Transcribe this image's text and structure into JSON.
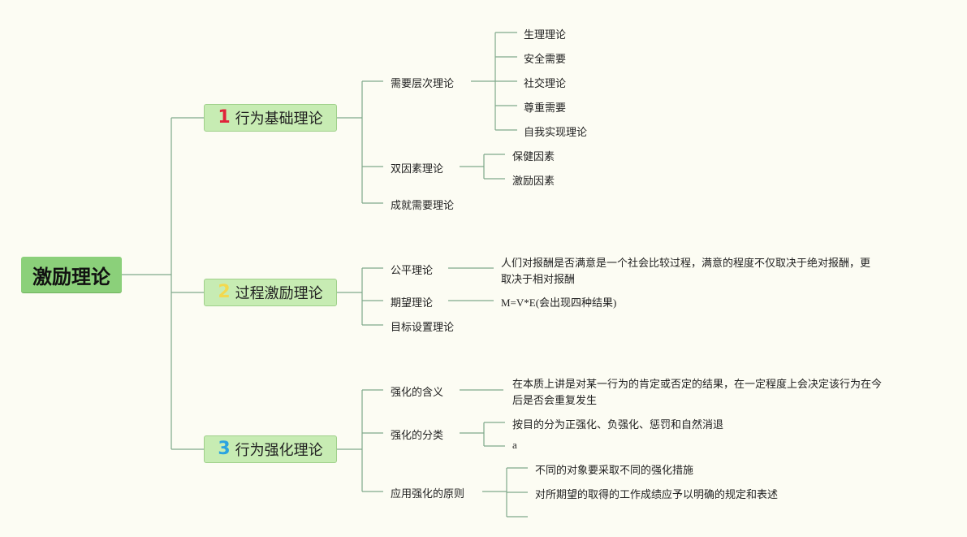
{
  "root": "激励理论",
  "branches": [
    {
      "num": "1",
      "num_color": "#e0243a",
      "label": "行为基础理论",
      "subs": [
        {
          "label": "需要层次理论",
          "leaves": [
            "生理理论",
            "安全需要",
            "社交理论",
            "尊重需要",
            "自我实现理论"
          ]
        },
        {
          "label": "双因素理论",
          "leaves": [
            "保健因素",
            "激励因素"
          ]
        },
        {
          "label": "成就需要理论"
        }
      ]
    },
    {
      "num": "2",
      "num_color": "#f3d94e",
      "label": "过程激励理论",
      "subs": [
        {
          "label": "公平理论",
          "desc_line1": "人们对报酬是否满意是一个社会比较过程，满意的程度不仅取决于绝对报酬，更",
          "desc_line2": "取决于相对报酬"
        },
        {
          "label": "期望理论",
          "desc_line1": "M=V*E(会出现四种结果)"
        },
        {
          "label": "目标设置理论"
        }
      ]
    },
    {
      "num": "3",
      "num_color": "#2aa3e0",
      "label": "行为强化理论",
      "subs": [
        {
          "label": "强化的含义",
          "desc_line1": "在本质上讲是对某一行为的肯定或否定的结果，在一定程度上会决定该行为在今",
          "desc_line2": "后是否会重复发生"
        },
        {
          "label": "强化的分类",
          "leaves": [
            "按目的分为正强化、负强化、惩罚和自然消退",
            "a"
          ]
        },
        {
          "label": "应用强化的原则",
          "leaves": [
            "不同的对象要采取不同的强化措施",
            "对所期望的取得的工作成绩应予以明确的规定和表述"
          ]
        }
      ]
    }
  ]
}
